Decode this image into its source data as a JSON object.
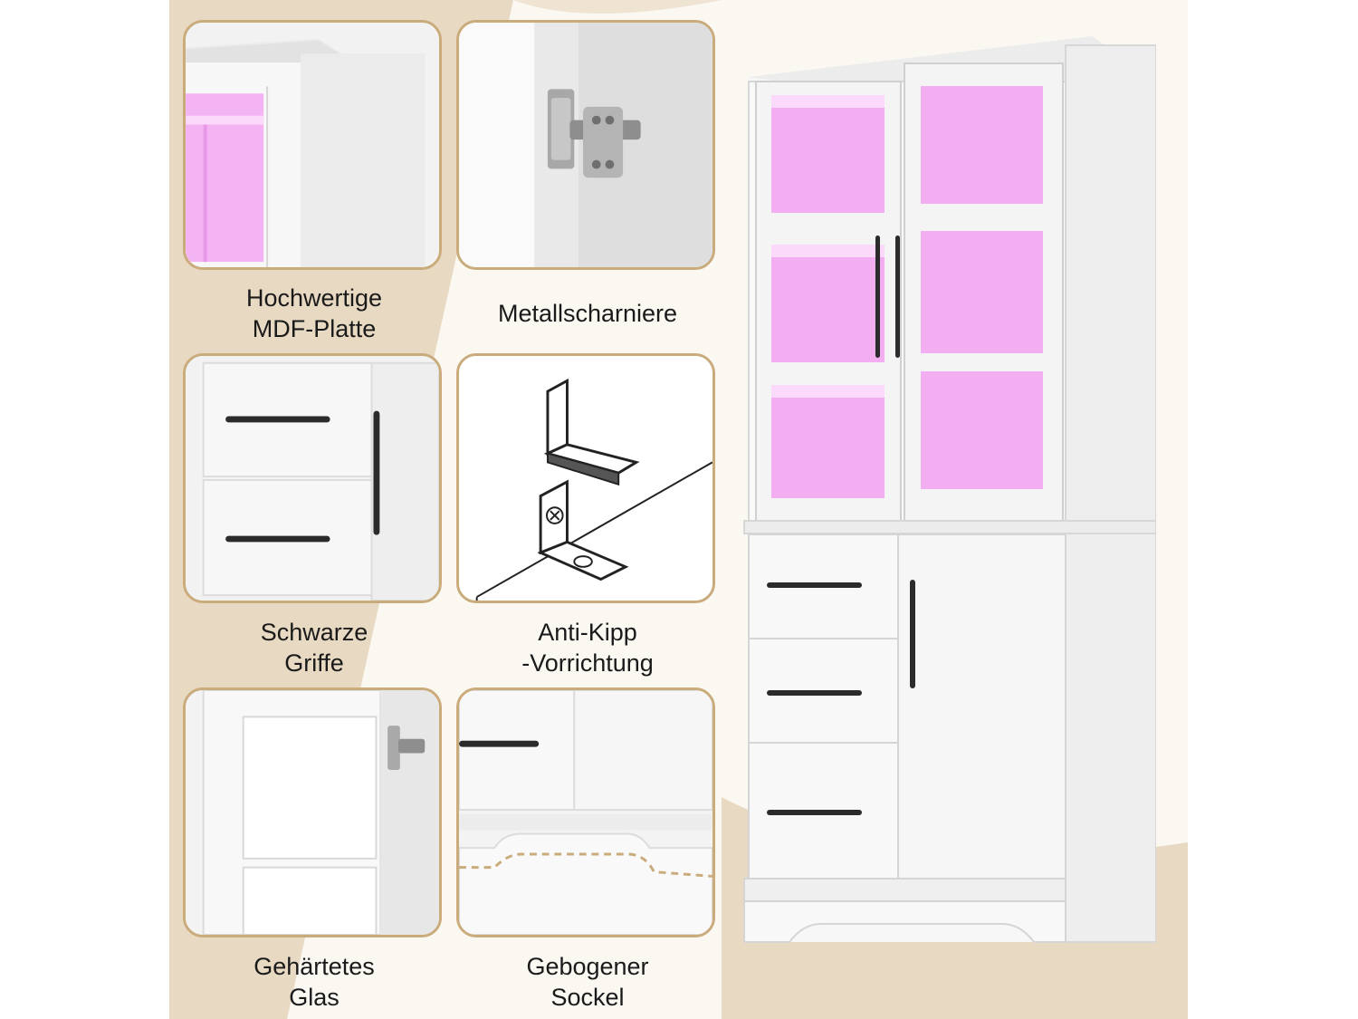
{
  "features": [
    {
      "icon": "mdf-board-icon",
      "lines": [
        "Hochwertige",
        "MDF-Platte"
      ]
    },
    {
      "icon": "metal-hinge-icon",
      "lines": [
        "Metallscharniere"
      ]
    },
    {
      "icon": "black-handle-icon",
      "lines": [
        "Schwarze",
        "Griffe"
      ]
    },
    {
      "icon": "anti-tip-bracket-icon",
      "lines": [
        "Anti-Kipp",
        "-Vorrichtung"
      ]
    },
    {
      "icon": "tempered-glass-icon",
      "lines": [
        "Gehärtetes",
        "Glas"
      ]
    },
    {
      "icon": "curved-base-icon",
      "lines": [
        "Gebogener",
        "Sockel"
      ]
    }
  ],
  "colors": {
    "accent_border": "#c9ab7c",
    "background_beige": "#e8d9c2",
    "led_pink": "#f3a6f2",
    "handle_black": "#2b2b2b"
  }
}
